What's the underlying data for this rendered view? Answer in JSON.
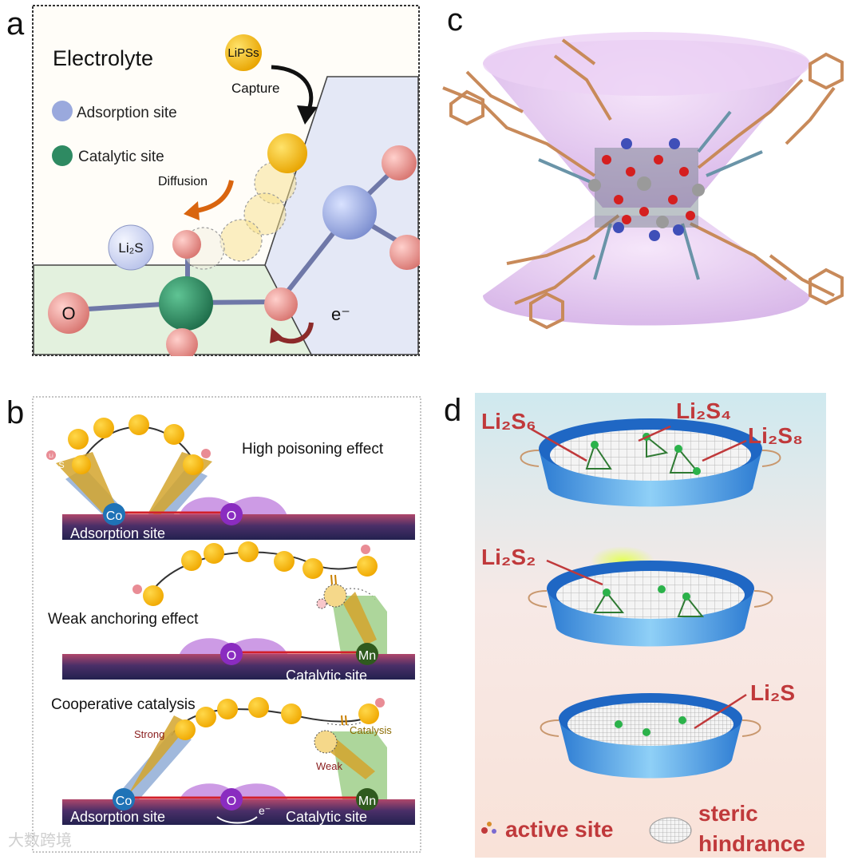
{
  "panel_letters": {
    "a": "a",
    "b": "b",
    "c": "c",
    "d": "d"
  },
  "panel_a": {
    "electrolyte": "Electrolyte",
    "lipss": "LiPSs",
    "capture": "Capture",
    "legend_adsorption": "Adsorption site",
    "legend_catalytic": "Catalytic site",
    "diffusion": "Diffusion",
    "li2s": "Li₂S",
    "oxygen": "O",
    "electron": "e⁻",
    "colors": {
      "adsorption": "#8f9fd6",
      "catalytic": "#2e8a62",
      "lipss": "#f5b800",
      "oxygen": "#e99896"
    }
  },
  "panel_b": {
    "row1_title": "High poisoning effect",
    "row1_left_metal": "Co",
    "row1_center": "O",
    "row1_bar_label": "Adsorption site",
    "li_label": "Li",
    "s_label": "S",
    "row2_title": "Weak anchoring effect",
    "row2_center": "O",
    "row2_right_metal": "Mn",
    "row2_bar_label": "Catalytic site",
    "row3_title": "Cooperative catalysis",
    "strong": "Strong",
    "weak": "Weak",
    "catalysis": "Catalysis",
    "row3_left_metal": "Co",
    "row3_center": "O",
    "row3_right_metal": "Mn",
    "row3_bar_left": "Adsorption site",
    "row3_bar_right": "Catalytic site",
    "electron": "e⁻"
  },
  "panel_d": {
    "li2s6": "Li₂S₆",
    "li2s4": "Li₂S₄",
    "li2s8": "Li₂S₈",
    "li2s2": "Li₂S₂",
    "li2s": "Li₂S",
    "legend_active": "active site",
    "legend_steric_1": "steric",
    "legend_steric_2": "hindrance",
    "label_color": "#c0393b"
  },
  "watermark": "大数跨境"
}
